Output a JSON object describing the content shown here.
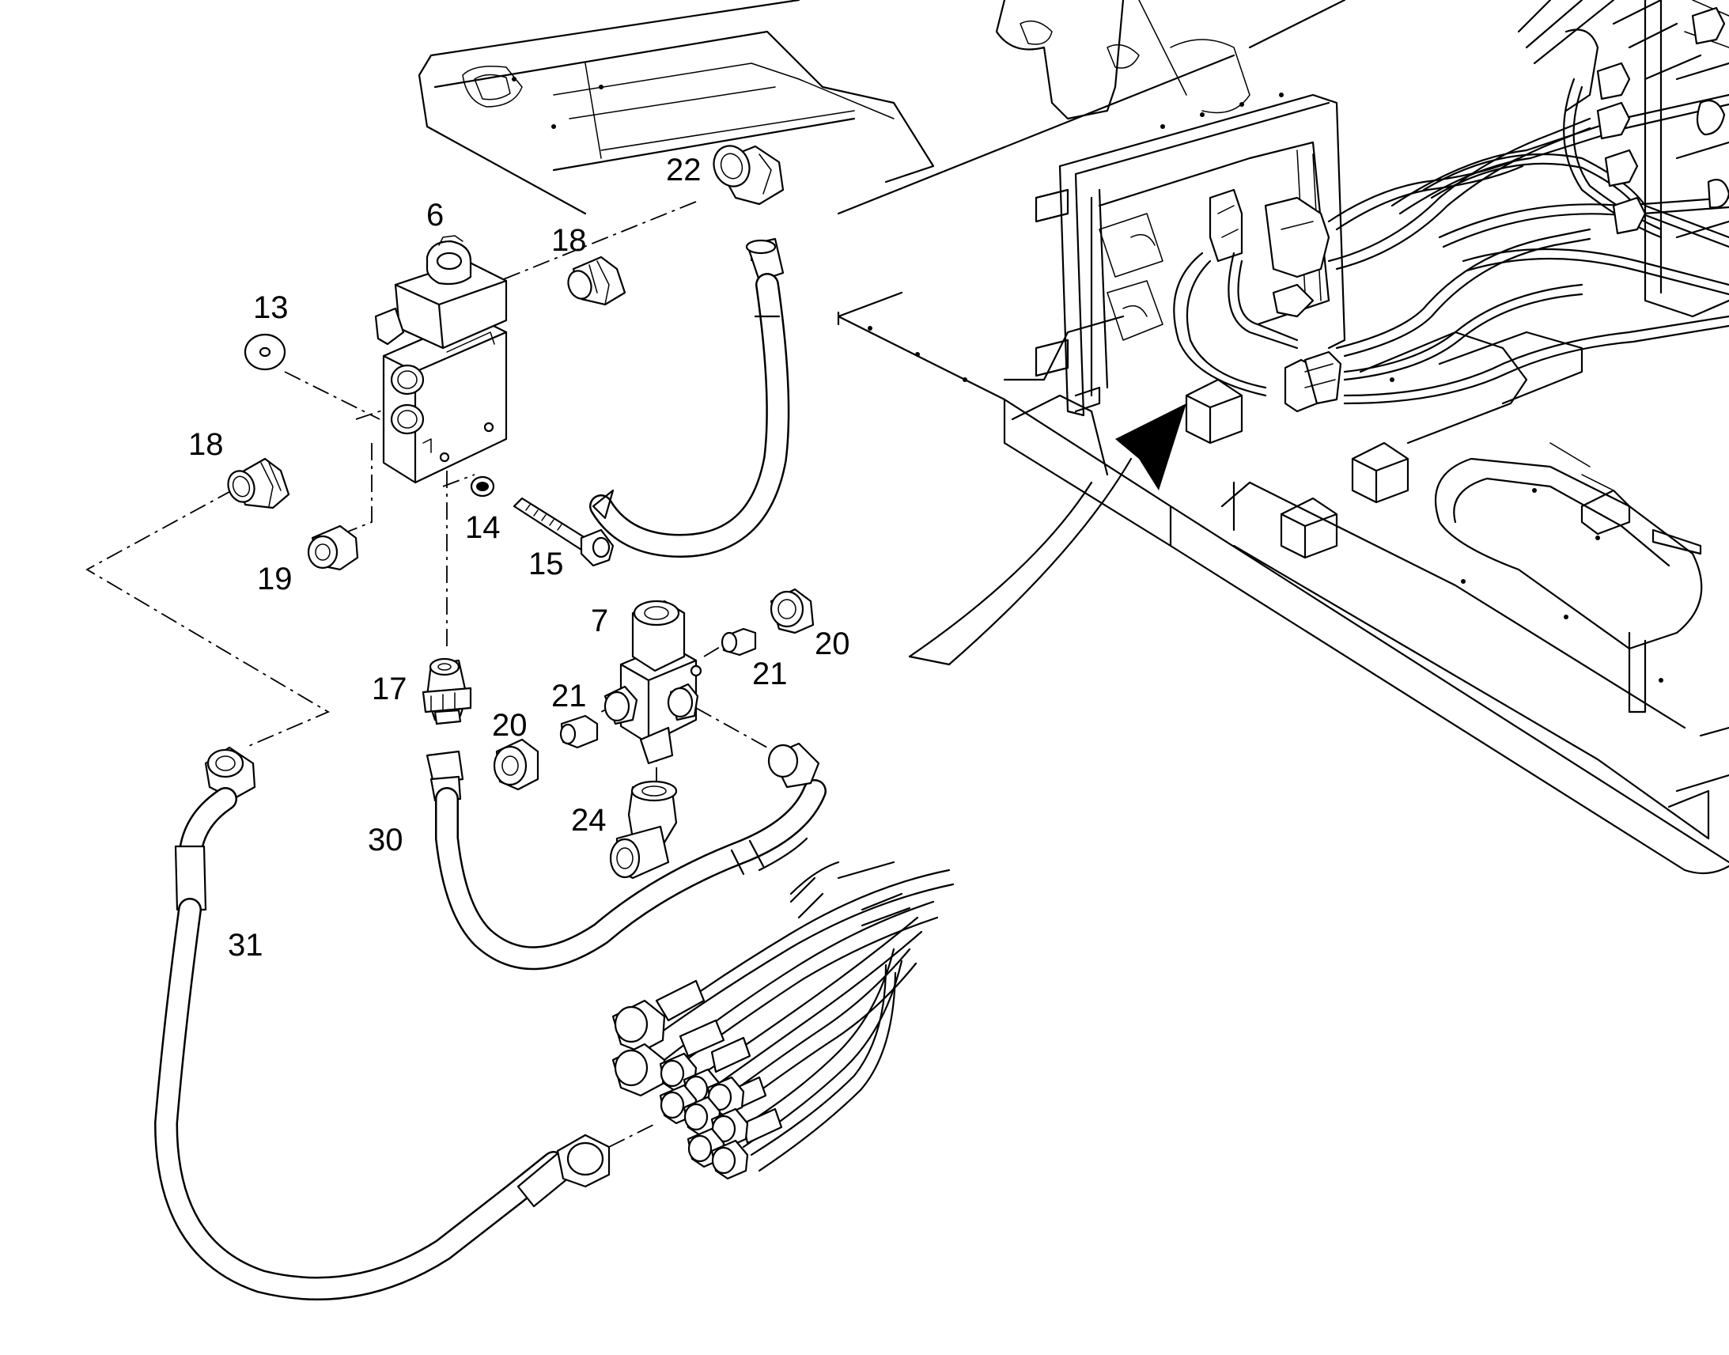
{
  "callouts": [
    {
      "id": "c6",
      "text": "6"
    },
    {
      "id": "c22",
      "text": "22"
    },
    {
      "id": "c18a",
      "text": "18"
    },
    {
      "id": "c13",
      "text": "13"
    },
    {
      "id": "c18b",
      "text": "18"
    },
    {
      "id": "c14",
      "text": "14"
    },
    {
      "id": "c15",
      "text": "15"
    },
    {
      "id": "c19",
      "text": "19"
    },
    {
      "id": "c7",
      "text": "7"
    },
    {
      "id": "c20a",
      "text": "20"
    },
    {
      "id": "c21a",
      "text": "21"
    },
    {
      "id": "c17",
      "text": "17"
    },
    {
      "id": "c21b",
      "text": "21"
    },
    {
      "id": "c20b",
      "text": "20"
    },
    {
      "id": "c24",
      "text": "24"
    },
    {
      "id": "c30",
      "text": "30"
    },
    {
      "id": "c31",
      "text": "31"
    }
  ]
}
